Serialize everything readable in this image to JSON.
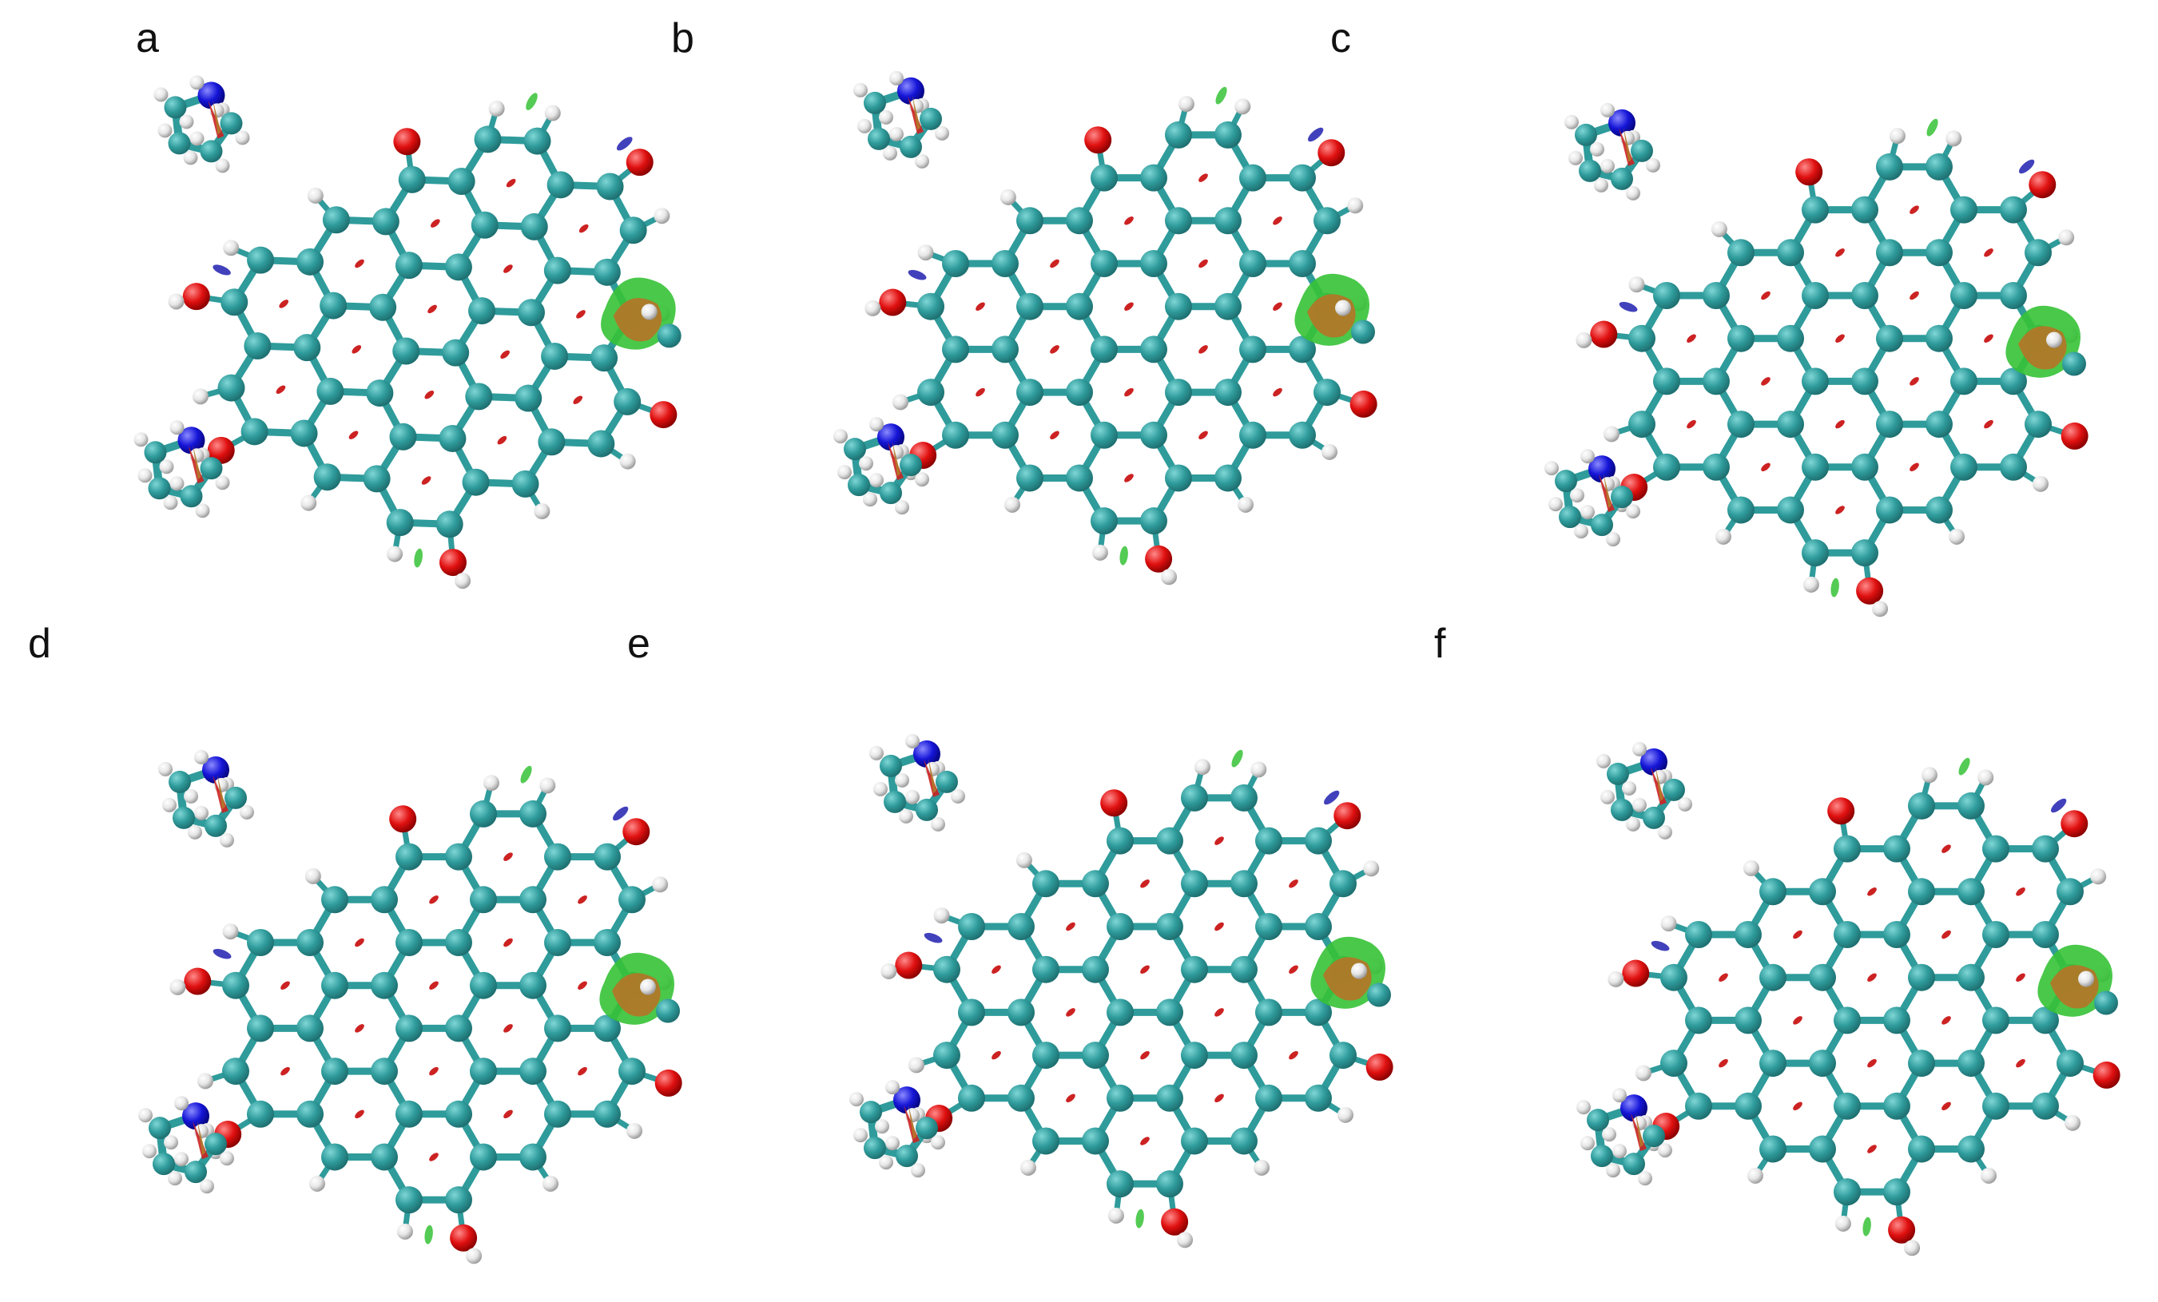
{
  "panels": [
    {
      "label": "a"
    },
    {
      "label": "b"
    },
    {
      "label": "c"
    },
    {
      "label": "d"
    },
    {
      "label": "e"
    },
    {
      "label": "f"
    }
  ],
  "colors": {
    "carbon": "#2f9b9b",
    "carbon_dark": "#1e6f70",
    "oxygen": "#e01010",
    "nitrogen": "#1515d8",
    "hydrogen": "#e6e6e6",
    "nci_green": "#36c236",
    "nci_brown": "#b07828",
    "nci_red": "#cc2222",
    "nci_blue": "#2020b0"
  },
  "icons": {
    "carbon_atom": "sphere",
    "oxygen_atom": "sphere",
    "nitrogen_atom": "sphere",
    "hydrogen_atom": "sphere",
    "nci_isosurface": "blob"
  }
}
